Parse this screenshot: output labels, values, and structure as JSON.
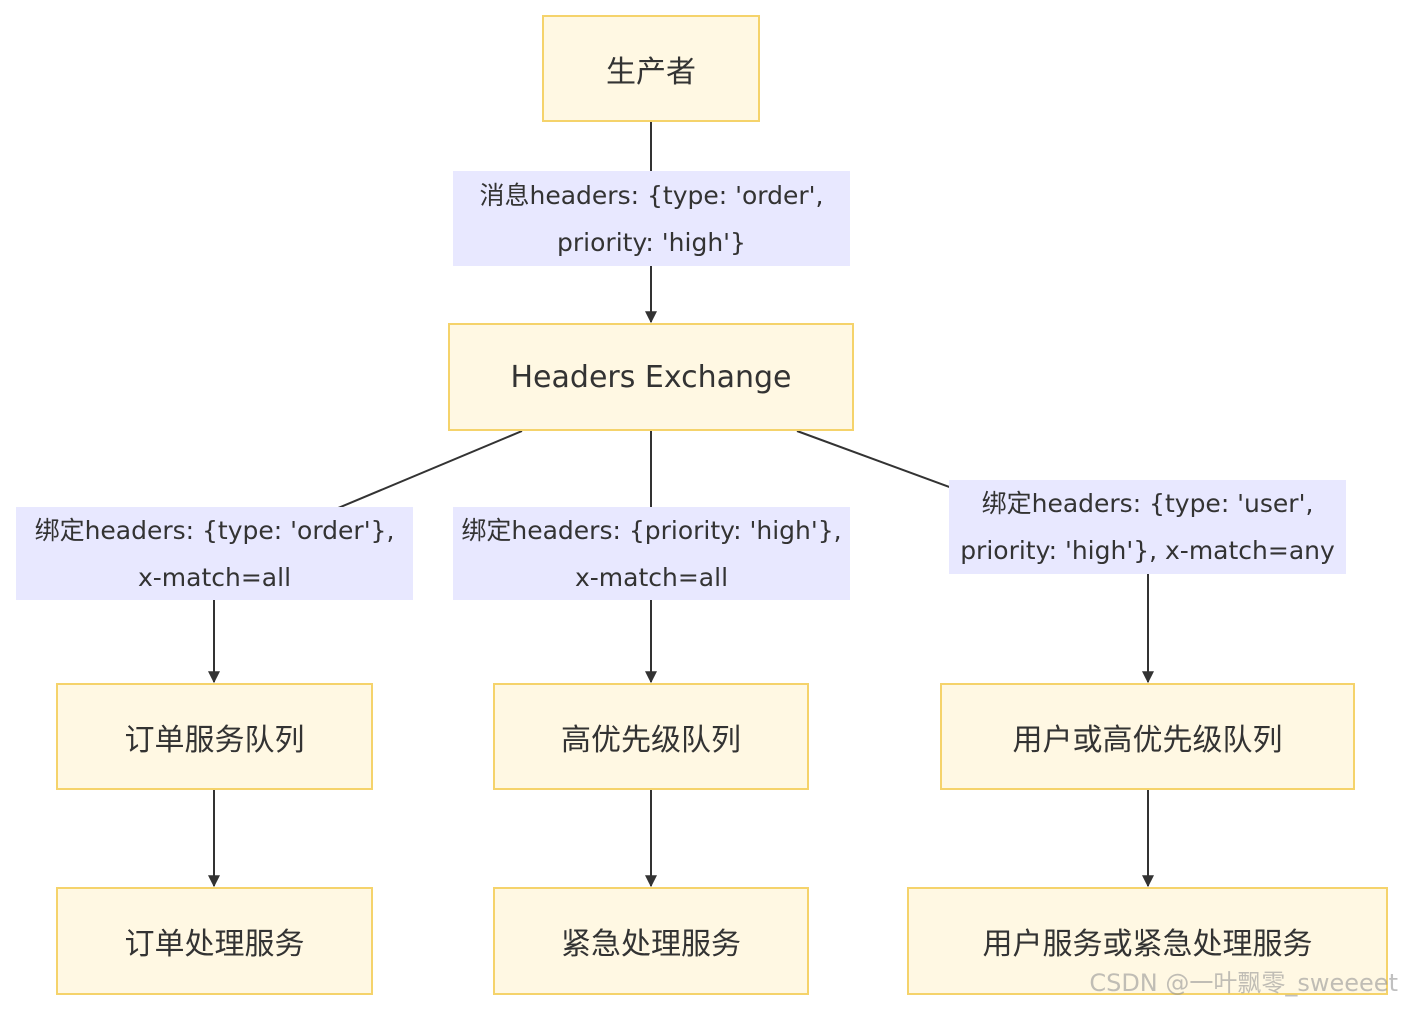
{
  "nodes": {
    "producer": "生产者",
    "exchange": "Headers Exchange",
    "q_order": "订单服务队列",
    "q_high": "高优先级队列",
    "q_user_high": "用户或高优先级队列",
    "s_order": "订单处理服务",
    "s_urgent": "紧急处理服务",
    "s_user_urgent": "用户服务或紧急处理服务"
  },
  "edge_labels": {
    "message": [
      "消息headers: {type: 'order',",
      "priority: 'high'}"
    ],
    "bind_order": [
      "绑定headers: {type: 'order'},",
      "x-match=all"
    ],
    "bind_high": [
      "绑定headers: {priority: 'high'},",
      "x-match=all"
    ],
    "bind_user": [
      "绑定headers: {type: 'user',",
      "priority: 'high'}, x-match=any"
    ]
  },
  "watermark": "CSDN @一叶飘零_sweeeet",
  "colors": {
    "node_fill": "#fff8e3",
    "node_border": "#f5d36b",
    "label_fill": "#e8e8ff",
    "edge": "#333333"
  }
}
